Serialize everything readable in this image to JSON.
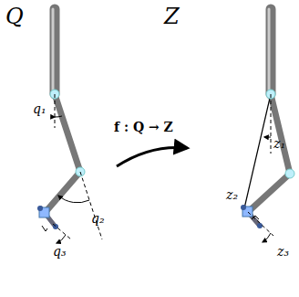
{
  "diagram": {
    "labels": [
      "Q",
      "Z",
      "q₁",
      "q₂",
      "q₃",
      "z₁",
      "z₂",
      "z₃",
      "f : Q → Z"
    ]
  }
}
